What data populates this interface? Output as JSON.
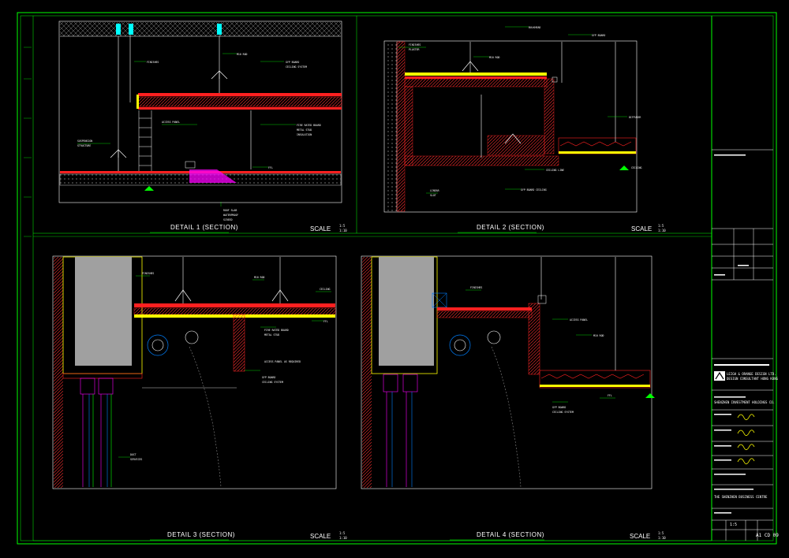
{
  "details": [
    {
      "title": "DETAIL 1 (SECTION)",
      "scale": "SCALE",
      "ratio_a": "1:5",
      "ratio_b": "1:10"
    },
    {
      "title": "DETAIL 2 (SECTION)",
      "scale": "SCALE",
      "ratio_a": "1:5",
      "ratio_b": "1:10"
    },
    {
      "title": "DETAIL 3 (SECTION)",
      "scale": "SCALE",
      "ratio_a": "1:5",
      "ratio_b": "1:10"
    },
    {
      "title": "DETAIL 4 (SECTION)",
      "scale": "SCALE",
      "ratio_a": "1:5",
      "ratio_b": "1:10"
    }
  ],
  "title_block": {
    "company_en_1": "LEIGH & ORANGE DESIGN LTD.",
    "company_en_2": "DESIGN CONSULTANT HONG KONG",
    "client_en": "SHENZHEN INVESTMENT HOLDINGS CO.",
    "project_en": "THE SHENZHEN BUSINESS CENTRE",
    "sheet_code": "A1 CD 09",
    "scale_label": "1:5"
  },
  "colors": {
    "frame": "#00ff00",
    "red": "#ff2020",
    "yellow": "#ffff00",
    "cyan": "#00ffff",
    "magenta": "#ff00ff",
    "gray": "#a0a0a0",
    "white": "#ffffff"
  }
}
